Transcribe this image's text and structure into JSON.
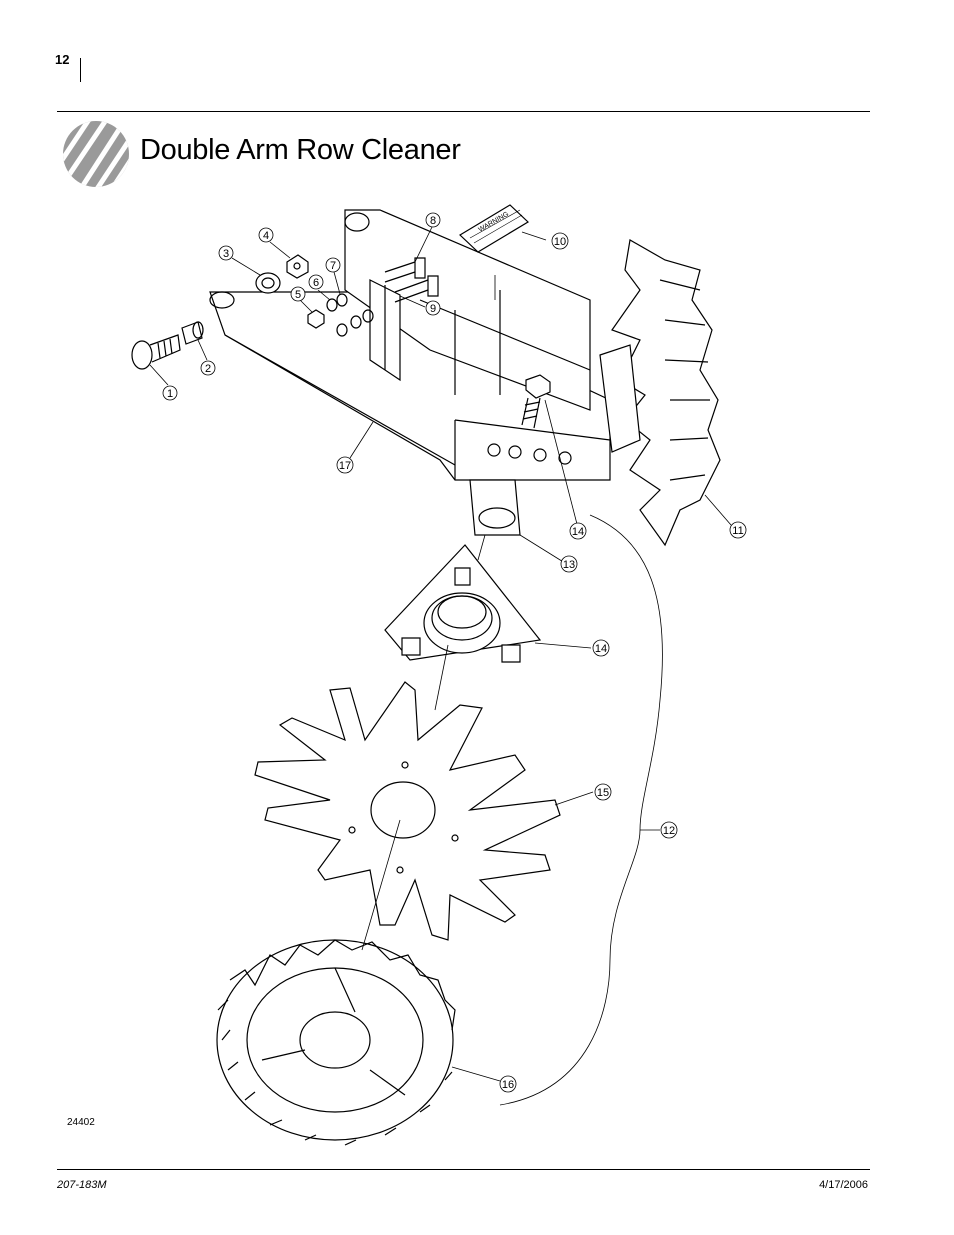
{
  "header": {
    "page_number": "12",
    "title": "Double Arm Row Cleaner"
  },
  "figure": {
    "id": "24402",
    "warning_label": "WARNING",
    "callouts": [
      "1",
      "2",
      "3",
      "4",
      "5",
      "6",
      "7",
      "8",
      "9",
      "10",
      "11",
      "12",
      "13",
      "14",
      "14",
      "15",
      "16",
      "17"
    ]
  },
  "footer": {
    "doc_number": "207-183M",
    "date": "4/17/2006"
  },
  "icons": {
    "logo": "disc-blade-logo-icon"
  }
}
